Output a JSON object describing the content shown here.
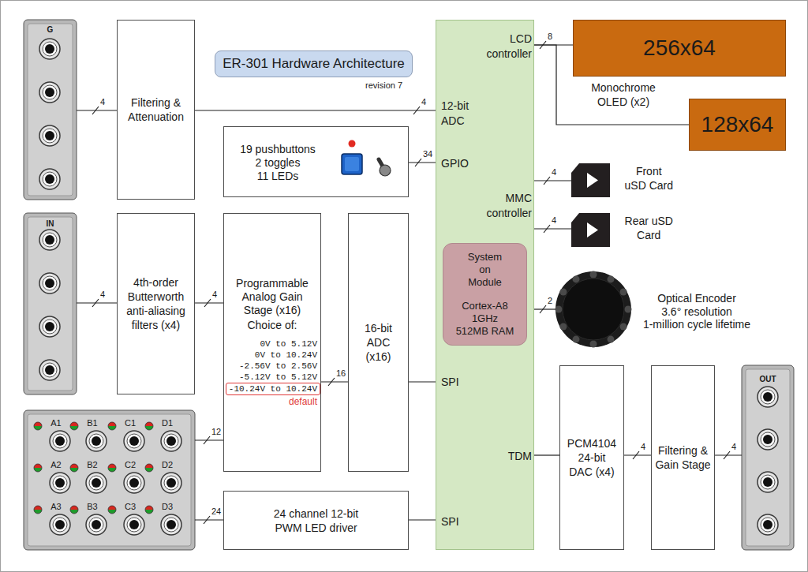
{
  "diagram": {
    "title": "ER-301 Hardware Architecture",
    "nodes": [
      {
        "text": [
          "G"
        ]
      },
      {
        "text": [
          "Filtering & Attenuation"
        ]
      },
      {
        "text": [
          "19 pushbuttons",
          "2 toggles",
          "11 LEDs"
        ]
      },
      {
        "text": [
          "LCD controller",
          "12-bit ADC",
          "GPIO",
          "MMC controller",
          "SPI",
          "TDM",
          "SPI"
        ]
      },
      {
        "text": [
          "System on Module",
          "Cortex-A8 1GHz 512MB RAM"
        ],
        "in": 3
      },
      {
        "text": [
          "256x64"
        ]
      },
      {
        "text": [
          "128x64"
        ]
      },
      {
        "text": [
          "Front uSD Card"
        ]
      },
      {
        "text": [
          "Rear uSD Card"
        ]
      },
      {
        "text": [
          "Optical Encoder",
          "3.6° resolution",
          "1-million cycle lifetime"
        ]
      },
      {
        "text": [
          "IN"
        ]
      },
      {
        "text": [
          "4th-order Butterworth anti-aliasing filters (x4)"
        ]
      },
      {
        "text": [
          "Programmable Analog Gain Stage (x16)",
          "Choice of:",
          "0V to 5.12V",
          "0V to 10.24V",
          "-2.56V to 2.56V",
          "-5.12V to 5.12V",
          "-10.24V to 10.24V",
          "default"
        ]
      },
      {
        "text": [
          "16-bit ADC (x16)"
        ]
      },
      {
        "text": [
          "A1",
          "B1",
          "C1",
          "D1",
          "A2",
          "B2",
          "C2",
          "D2",
          "A3",
          "B3",
          "C3",
          "D3"
        ]
      },
      {
        "text": [
          "24 channel 12-bit PWM LED driver"
        ]
      },
      {
        "text": [
          "PCM4104 24-bit DAC (x4)"
        ]
      },
      {
        "text": [
          "Filtering & Gain Stage"
        ]
      },
      {
        "text": [
          "OUT"
        ]
      }
    ],
    "edges": [
      {
        "from": 0,
        "to": 1,
        "label": "4",
        "arrow": "none"
      },
      {
        "from": 1,
        "to": 3,
        "label": "4",
        "arrow": "none"
      },
      {
        "from": 2,
        "to": 3,
        "label": "34",
        "arrow": "none"
      },
      {
        "from": 3,
        "to": 5,
        "label": "8",
        "arrow": "none"
      },
      {
        "from": 3,
        "to": 6,
        "arrow": "none"
      },
      {
        "from": 3,
        "to": 7,
        "label": "4",
        "arrow": "none"
      },
      {
        "from": 3,
        "to": 8,
        "label": "4",
        "arrow": "none"
      },
      {
        "from": 3,
        "to": 9,
        "label": "2",
        "arrow": "none"
      },
      {
        "from": 10,
        "to": 11,
        "label": "4",
        "arrow": "none"
      },
      {
        "from": 11,
        "to": 12,
        "label": "4",
        "arrow": "none"
      },
      {
        "from": 12,
        "to": 13,
        "label": "16",
        "arrow": "none"
      },
      {
        "from": 14,
        "to": 12,
        "label": "12",
        "arrow": "none"
      },
      {
        "from": 13,
        "to": 3,
        "arrow": "none"
      },
      {
        "from": 14,
        "to": 15,
        "label": "24",
        "arrow": "none"
      },
      {
        "from": 15,
        "to": 3,
        "arrow": "none"
      },
      {
        "from": 3,
        "to": 16,
        "arrow": "none"
      },
      {
        "from": 16,
        "to": 17,
        "label": "4",
        "arrow": "none"
      },
      {
        "from": 17,
        "to": 18,
        "label": "4",
        "arrow": "none"
      }
    ],
    "labels": [
      "revision 7",
      "Monochrome OLED (x2)"
    ]
  }
}
